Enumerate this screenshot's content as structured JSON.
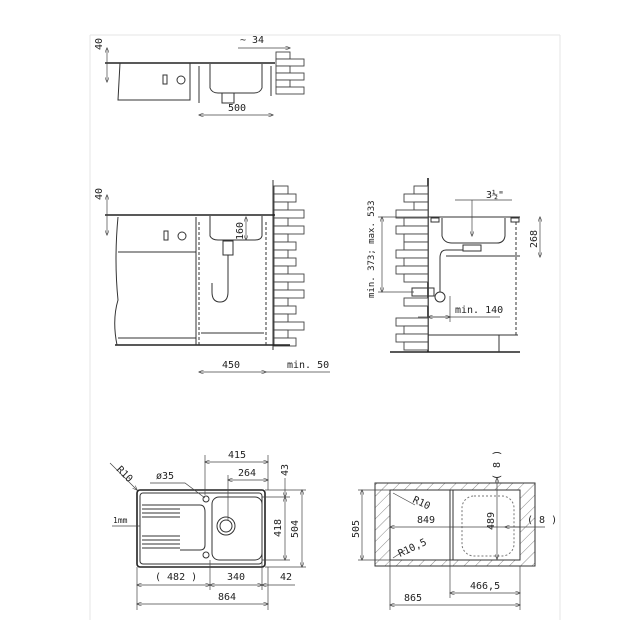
{
  "side_view_top": {
    "height_40": "40",
    "overhang": "~ 34",
    "width_500": "500"
  },
  "side_view_cabinet": {
    "height_40": "40",
    "depth_160": "160",
    "width_450": "450",
    "wall_gap": "min. 50"
  },
  "side_view_wall": {
    "drain_size": "3½\"",
    "drain_height": "268",
    "outlet_range": "min. 373; max. 533",
    "outlet_offset": "min. 140"
  },
  "top_view_sink": {
    "corner_radius": "R10",
    "tap_hole": "ø35",
    "edge": "1mm",
    "dim_415": "415",
    "dim_264": "264",
    "dim_43": "43",
    "dim_418": "418",
    "dim_504": "504",
    "dim_482": "( 482 )",
    "dim_340": "340",
    "dim_42": "42",
    "dim_864": "864"
  },
  "cutout_view": {
    "dim_505": "505",
    "corner_radius": "R10",
    "corner_radius_inner": "R10,5",
    "dim_849": "849",
    "dim_489": "489",
    "gap_right": "( 8 )",
    "gap_top": "( 8 )",
    "dim_466_5": "466,5",
    "dim_865": "865"
  }
}
